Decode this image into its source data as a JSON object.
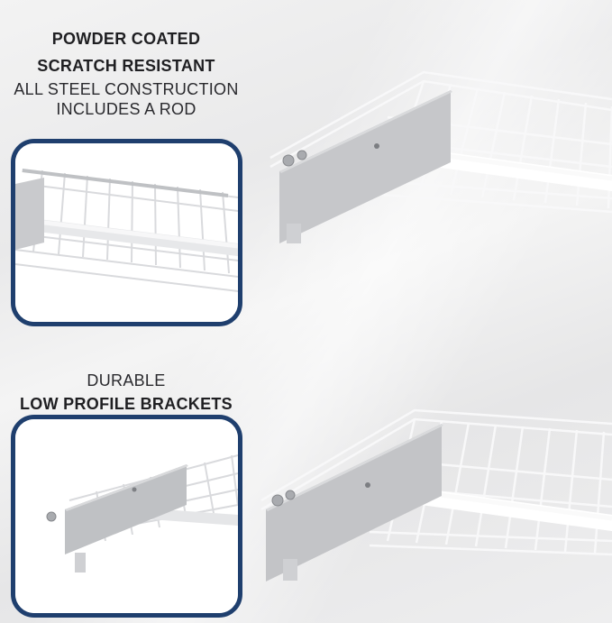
{
  "features_top": {
    "line1": "POWDER COATED",
    "line2": "SCRATCH RESISTANT",
    "line3": "ALL STEEL CONSTRUCTION",
    "line4": "INCLUDES A ROD"
  },
  "features_bottom": {
    "line1": "DURABLE",
    "line2": "LOW PROFILE BRACKETS"
  },
  "colors": {
    "frame": "#1f3f6e",
    "bracket": "#c8c8cc",
    "wire": "#ffffff",
    "text": "#1f1f22"
  }
}
